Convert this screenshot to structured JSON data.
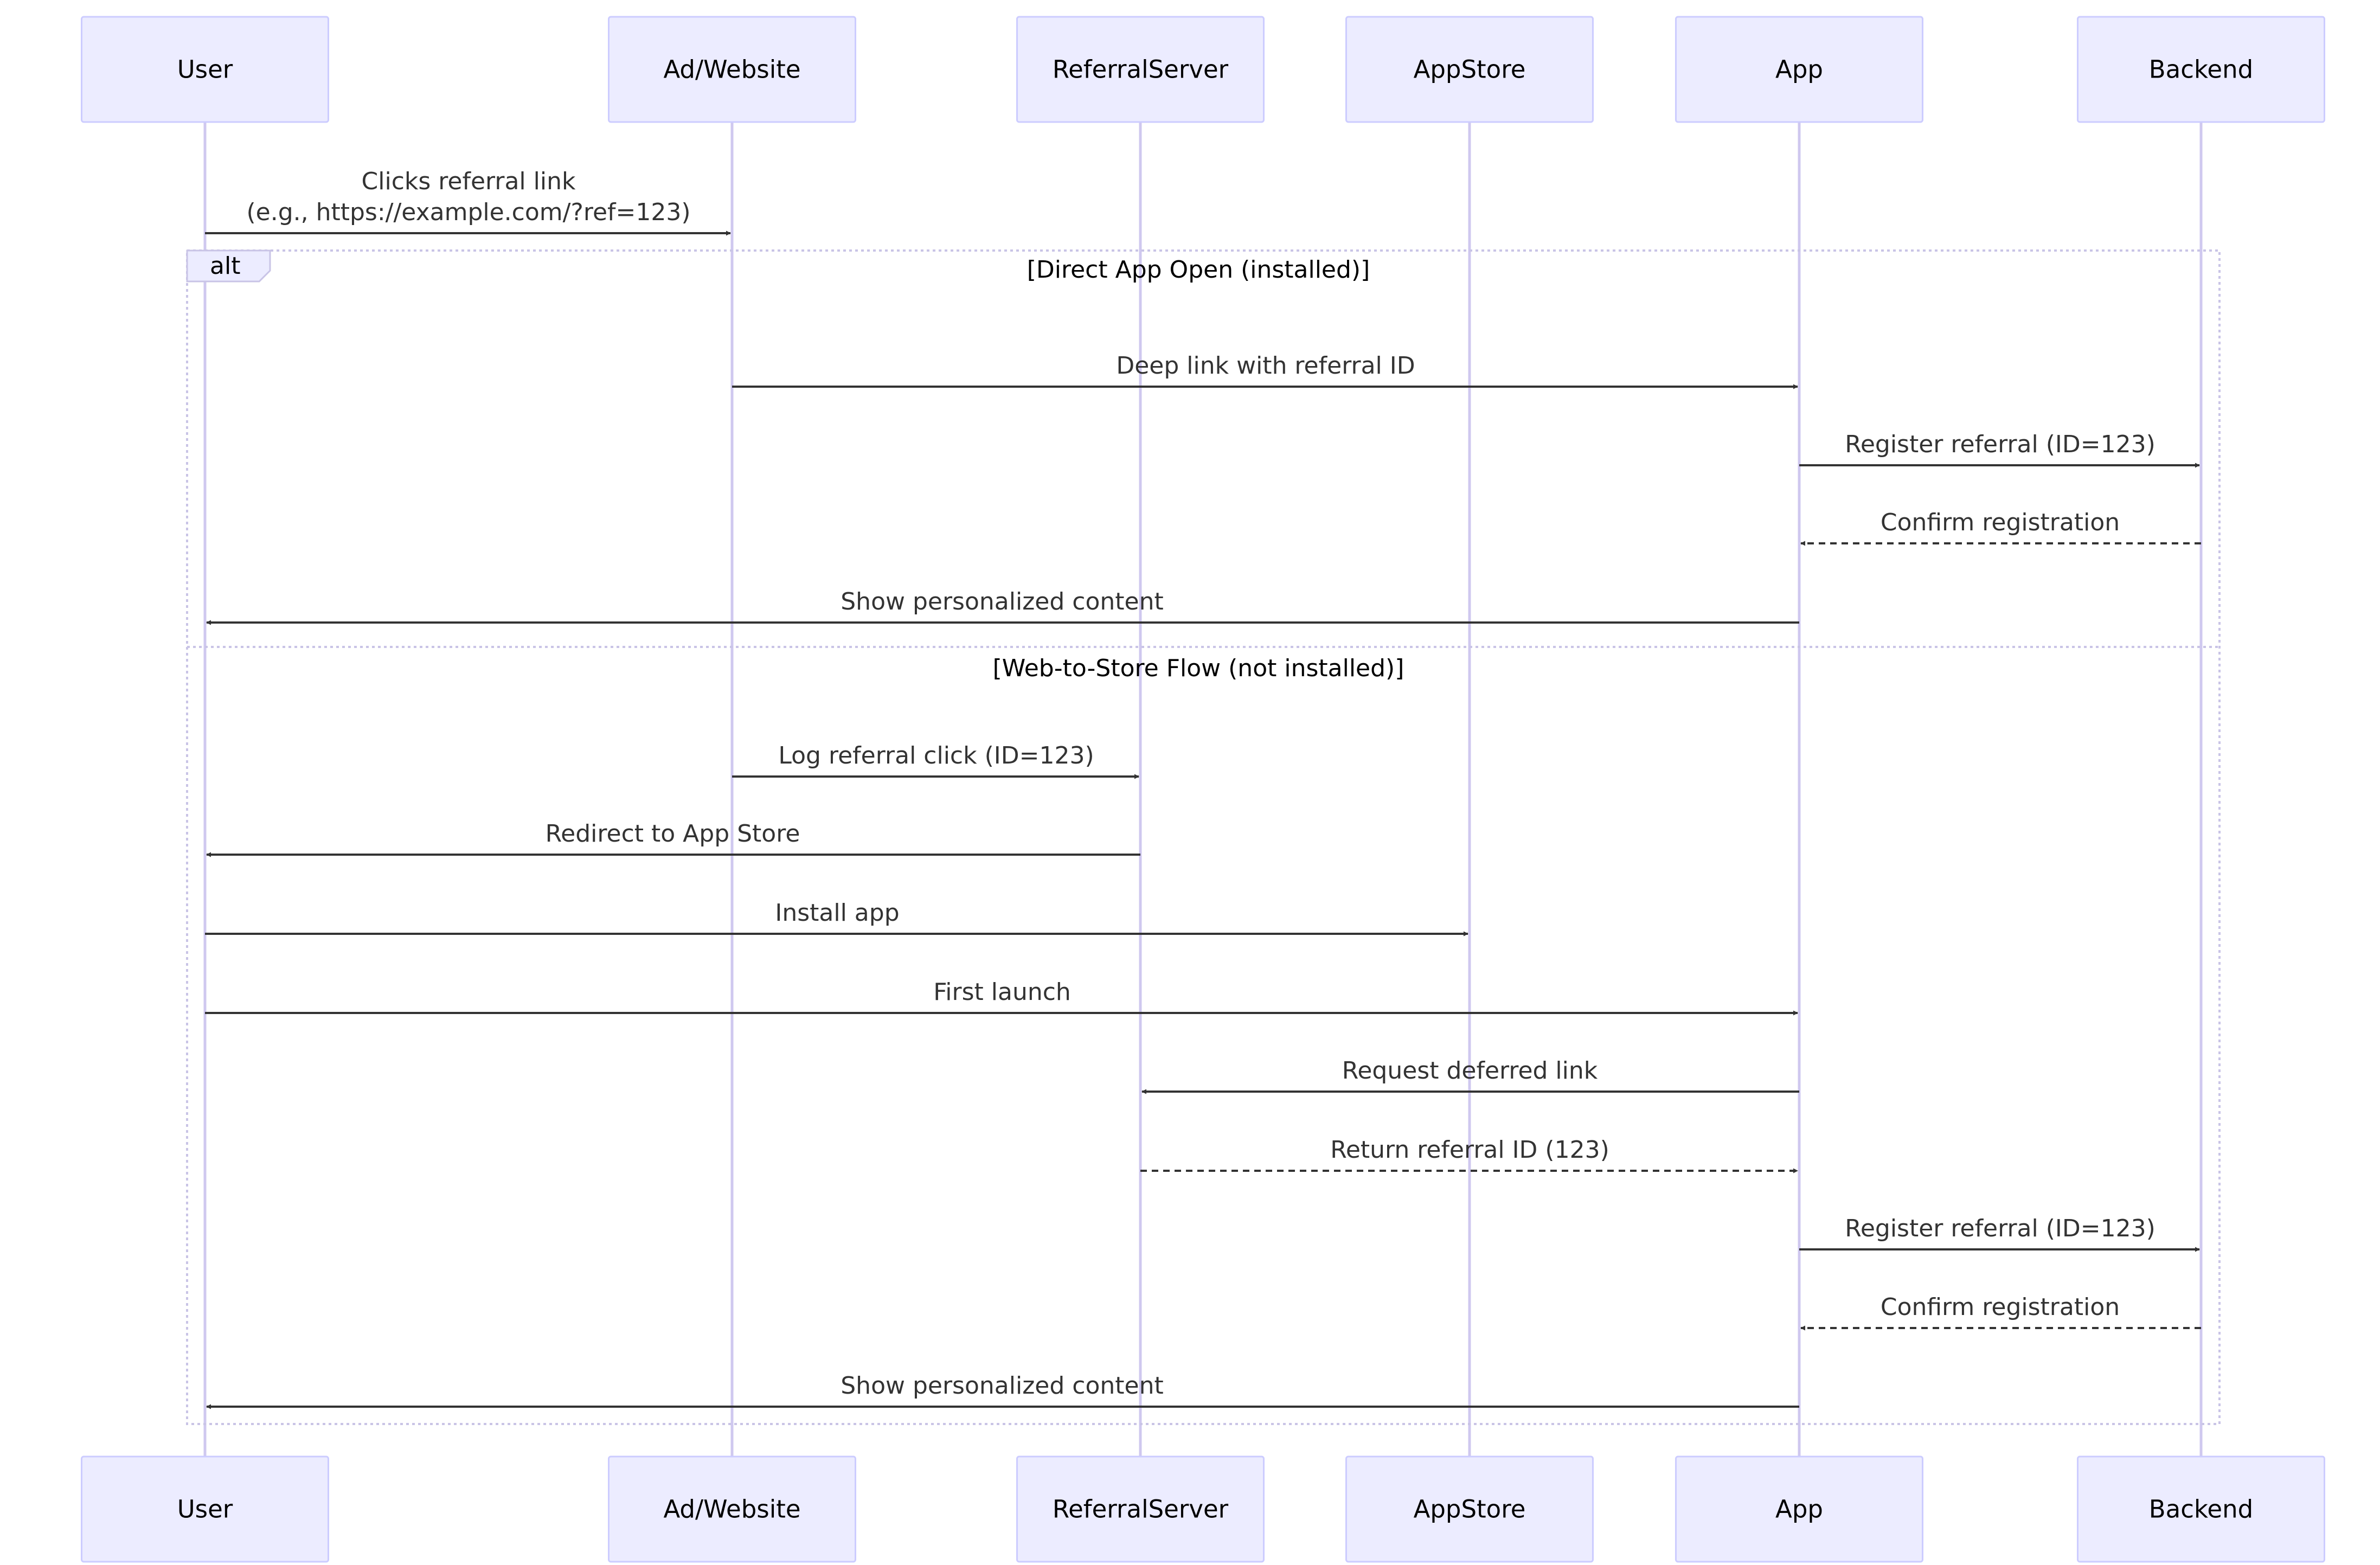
{
  "participants": [
    {
      "id": "user",
      "label": "User"
    },
    {
      "id": "ad",
      "label": "Ad/Website"
    },
    {
      "id": "ref",
      "label": "ReferralServer"
    },
    {
      "id": "store",
      "label": "AppStore"
    },
    {
      "id": "app",
      "label": "App"
    },
    {
      "id": "backend",
      "label": "Backend"
    }
  ],
  "messages": [
    {
      "from": "user",
      "to": "ad",
      "lines": [
        "Clicks referral link",
        "(e.g., https://example.com/?ref=123)"
      ],
      "style": "solid"
    },
    {
      "from": "ad",
      "to": "app",
      "lines": [
        "Deep link with referral ID"
      ],
      "style": "solid"
    },
    {
      "from": "app",
      "to": "backend",
      "lines": [
        "Register referral (ID=123)"
      ],
      "style": "solid"
    },
    {
      "from": "backend",
      "to": "app",
      "lines": [
        "Confirm registration"
      ],
      "style": "dashed"
    },
    {
      "from": "app",
      "to": "user",
      "lines": [
        "Show personalized content"
      ],
      "style": "solid"
    },
    {
      "from": "ad",
      "to": "ref",
      "lines": [
        "Log referral click (ID=123)"
      ],
      "style": "solid"
    },
    {
      "from": "ref",
      "to": "user",
      "lines": [
        "Redirect to App Store"
      ],
      "style": "solid"
    },
    {
      "from": "user",
      "to": "store",
      "lines": [
        "Install app"
      ],
      "style": "solid"
    },
    {
      "from": "user",
      "to": "app",
      "lines": [
        "First launch"
      ],
      "style": "solid"
    },
    {
      "from": "app",
      "to": "ref",
      "lines": [
        "Request deferred link"
      ],
      "style": "solid"
    },
    {
      "from": "ref",
      "to": "app",
      "lines": [
        "Return referral ID (123)"
      ],
      "style": "dashed"
    },
    {
      "from": "app",
      "to": "backend",
      "lines": [
        "Register referral (ID=123)"
      ],
      "style": "solid"
    },
    {
      "from": "backend",
      "to": "app",
      "lines": [
        "Confirm registration"
      ],
      "style": "dashed"
    },
    {
      "from": "app",
      "to": "user",
      "lines": [
        "Show personalized content"
      ],
      "style": "solid"
    }
  ],
  "alt_block": {
    "keyword": "alt",
    "sections": [
      {
        "condition": "[Direct App Open (installed)]"
      },
      {
        "condition": "[Web-to-Store Flow (not installed)]"
      }
    ]
  }
}
